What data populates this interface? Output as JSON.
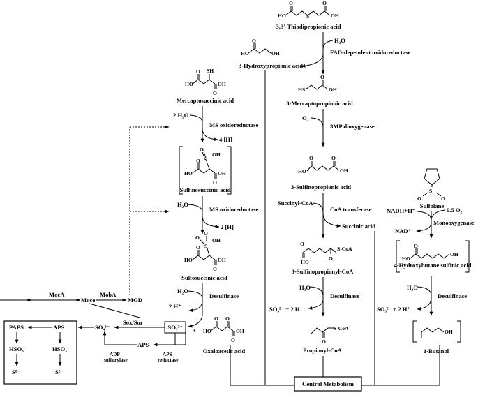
{
  "compounds": {
    "thiodipropionic": "3,3′-Thiodipropionic acid",
    "hydroxypropionic": "3-Hydroxypropionic acid",
    "mercaptopropionic": "3-Mercaptopropionic acid",
    "sulfinopropionic": "3-Sulfinopropionic acid",
    "sulfinopropionyl_coa": "3-Sulfinopropionyl-CoA",
    "propionyl_coa": "Propionyl-CoA",
    "mercaptosuccinic": "Mercaptosuccinic acid",
    "sulfinosuccinic": "Sulfinosuccinic acid",
    "sulfosuccinic": "Sulfosuccinic acid",
    "oxaloacetic": "Oxaloacetic acid",
    "sulfolane": "Sulfolane",
    "hydroxybutane_sulfinic": "4-Hydroxybutane sulfinic acid",
    "butanol": "1-Butanol",
    "central": "Central Metabolism"
  },
  "enzymes": {
    "fad": "FAD-dependent oxidoreductase",
    "mp3_dioxygenase": "3MP dioxygenase",
    "coa_transferase": "CoA transferase",
    "desulfinase": "Desulfinase",
    "ms_oxidoreductase": "MS oxidoreductase",
    "monooxygenase": "Monooxygenase",
    "moea": "MoeA",
    "moba": "MobA",
    "sox_sor": "Sox/Sor",
    "adp_sulfurylase": [
      "ADP",
      "sulfurylase"
    ],
    "aps_reductase": [
      "APS",
      "reductase"
    ]
  },
  "cofactors": {
    "h2o": "H₂O",
    "two_h2o": "2 H₂O",
    "o2": "O₂",
    "four_h": "4 [H]",
    "two_h": "2 [H]",
    "succinyl_coa": "Succinyl-CoA",
    "succinic": "Succinic acid",
    "nadh": "NADH+H⁺",
    "nad": "NAD⁺",
    "half_o2": "0.5 O₂",
    "two_hplus": "2 H⁺",
    "so3_2h": "SO₃²⁻ + 2 H⁺",
    "plus": "+"
  },
  "sulfur": {
    "moco": "Moco",
    "mgd": "MGD",
    "so3": "SO₃²⁻",
    "so4": "SO₄²⁻",
    "aps": "APS",
    "paps": "PAPS",
    "hso3": "HSO₃⁻",
    "s2": "S²⁻"
  },
  "atoms": {
    "ho": "HO",
    "oh": "OH",
    "o": "O",
    "s": "S",
    "sh": "SH",
    "hs": "HS",
    "s_coa": "S-CoA"
  }
}
